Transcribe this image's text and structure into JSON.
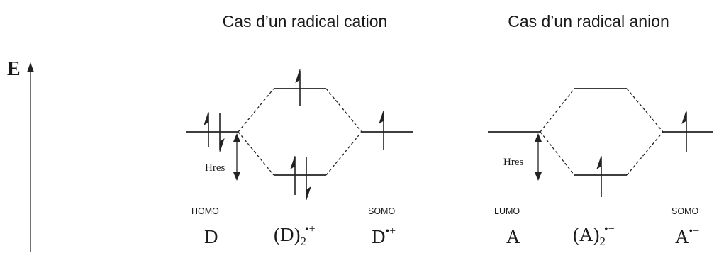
{
  "titles": {
    "cation": "Cas d’un radical cation",
    "anion": "Cas d’un radical anion"
  },
  "axis": {
    "label": "E"
  },
  "cation": {
    "left_orbital": "HOMO",
    "right_orbital": "SOMO",
    "left_species": "D",
    "dimer_base": "(D)",
    "dimer_sub": "2",
    "dimer_sup": "•+",
    "right_species": "D",
    "right_sup": "•+",
    "hres": "Hres"
  },
  "anion": {
    "left_orbital": "LUMO",
    "right_orbital": "SOMO",
    "left_species": "A",
    "dimer_base": "(A)",
    "dimer_sub": "2",
    "dimer_sup": "•−",
    "right_species": "A",
    "right_sup": "•−",
    "hres": "Hres"
  }
}
